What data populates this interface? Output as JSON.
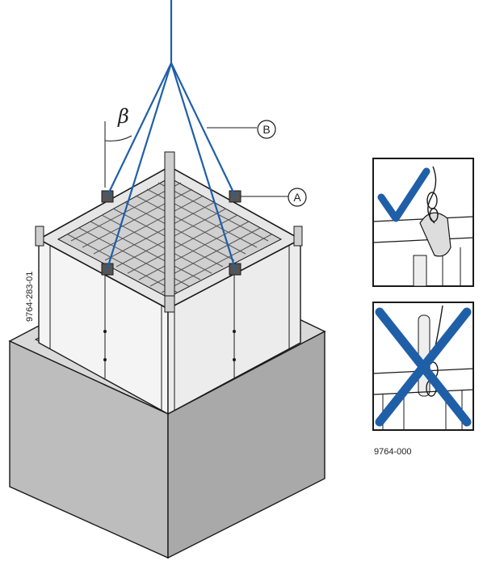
{
  "figure": {
    "angle_symbol": "β",
    "callout_a": "A",
    "callout_b": "B",
    "main_drawing_code": "9764-283-01",
    "detail_drawing_code": "9764-000"
  },
  "colors": {
    "sling": "#1f5fa8",
    "line": "#1a1a1a",
    "concrete_top": "#d9d9d9",
    "concrete_side_left": "#bdbdbd",
    "concrete_side_right": "#a9a9a9",
    "panel": "#f3f3f3",
    "mark": "#1f5fa8"
  },
  "icons": {
    "correct": "check-mark-icon",
    "incorrect": "cross-mark-icon"
  }
}
